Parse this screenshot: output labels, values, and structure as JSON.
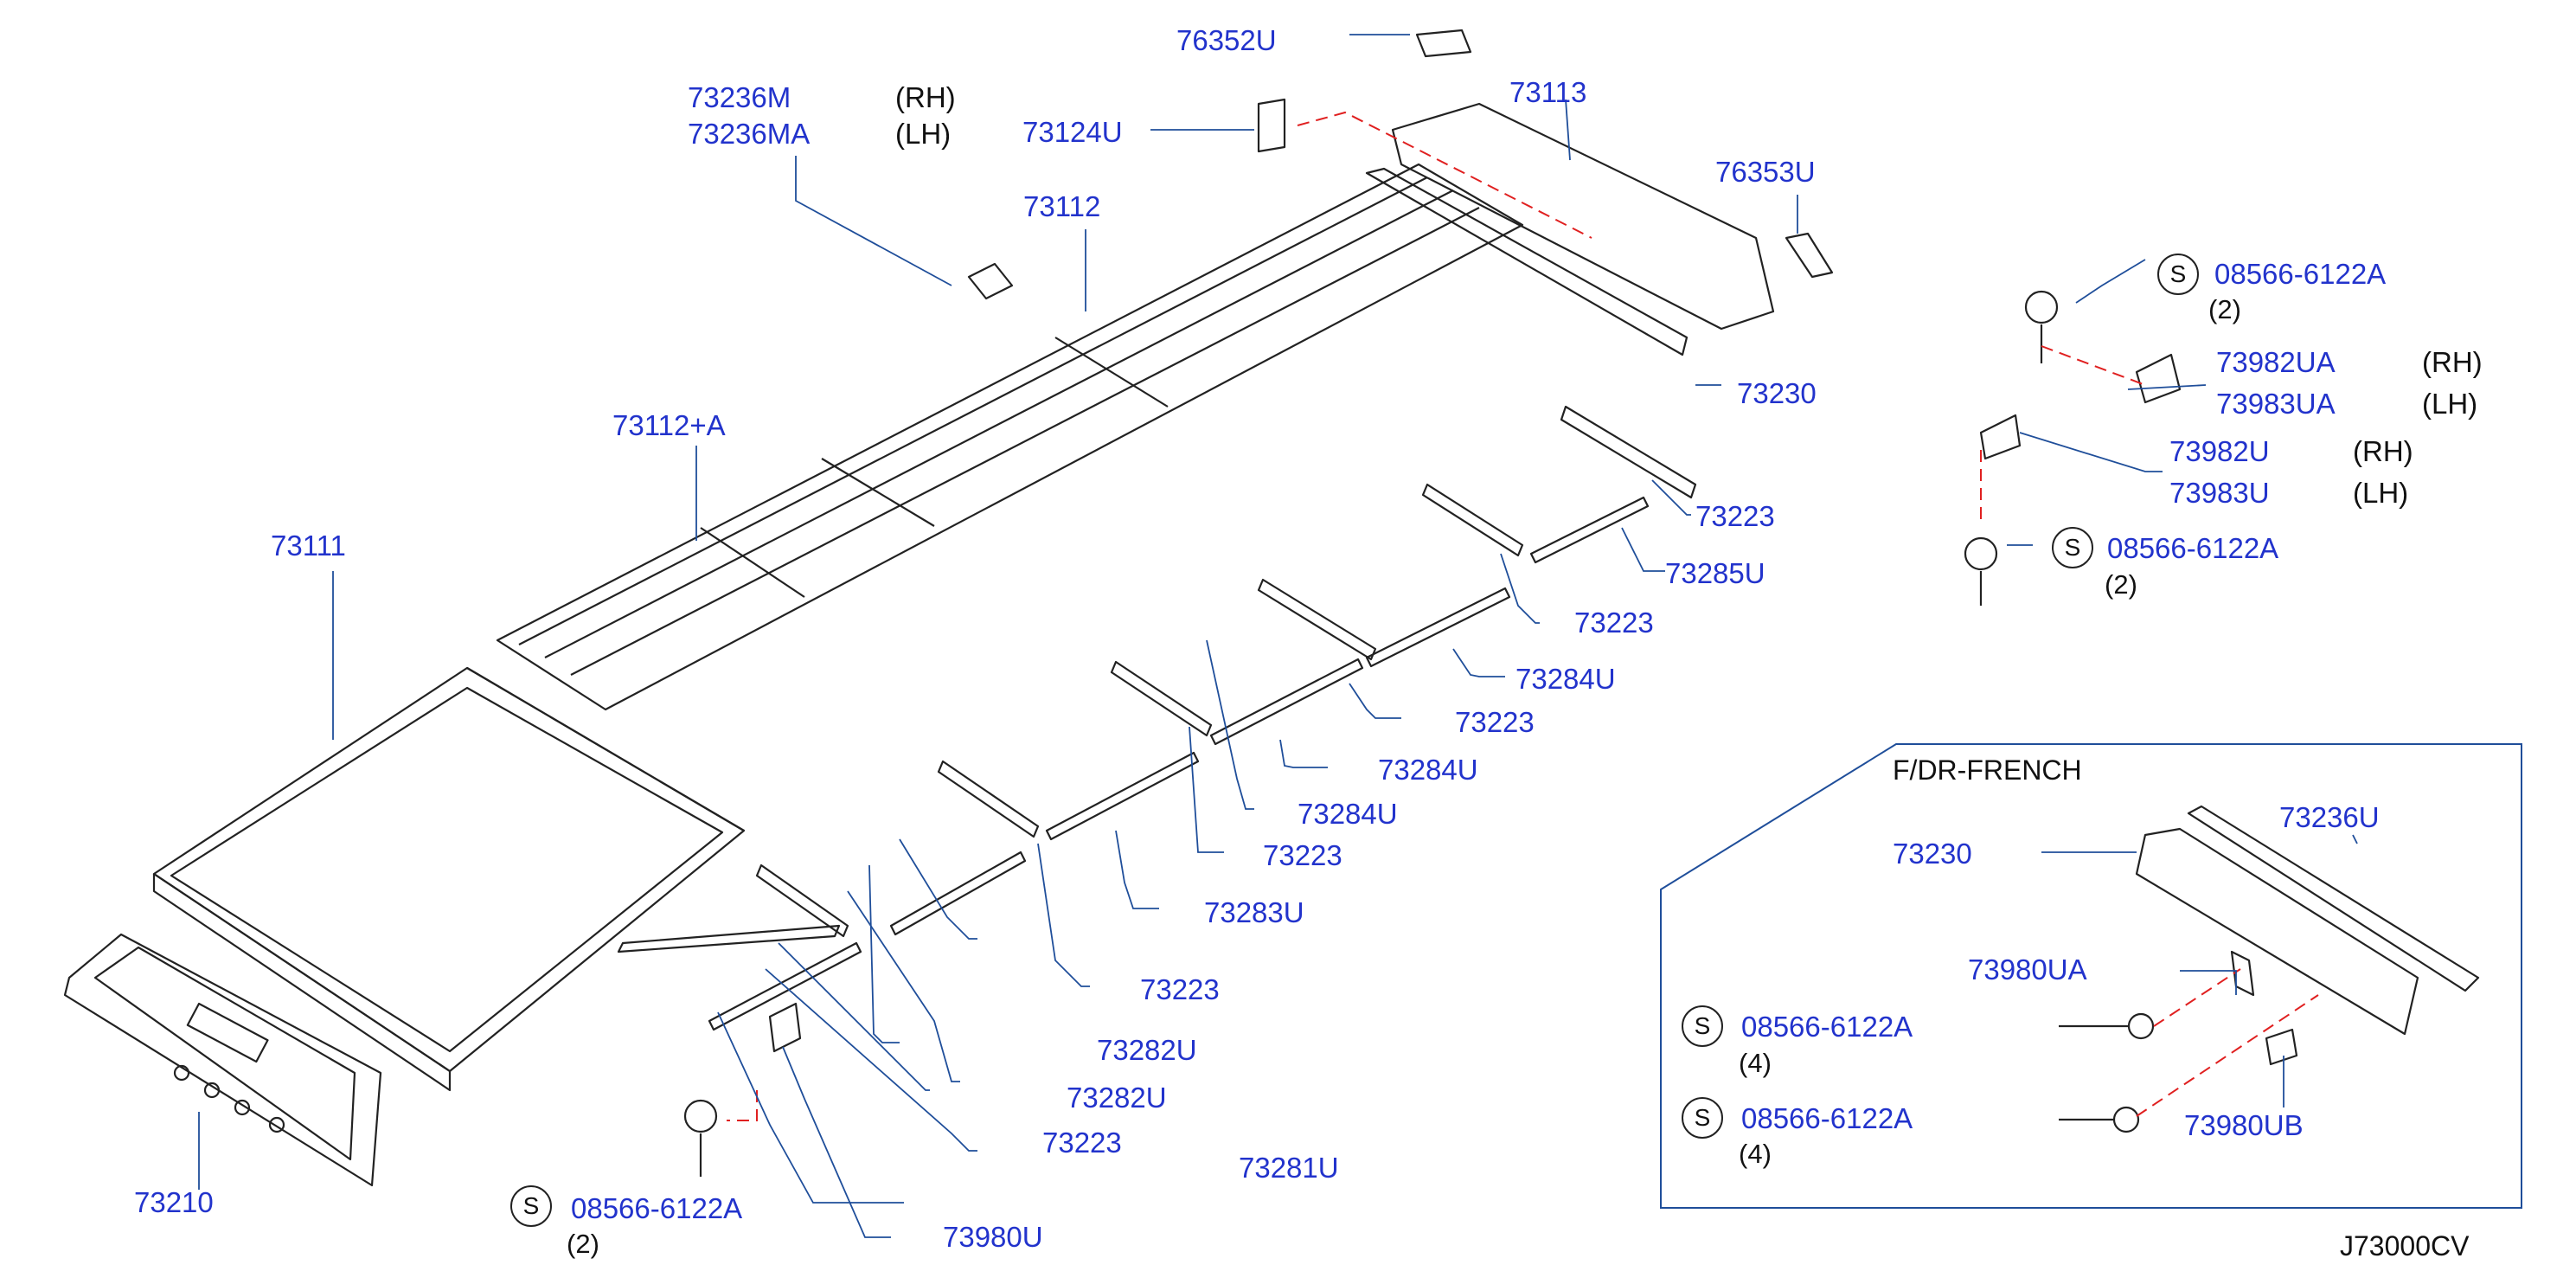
{
  "diagram": {
    "code": "J73000CV",
    "inset_title": "F/DR-FRENCH",
    "colors": {
      "label": "#2233cc",
      "line": "#1f4e9a",
      "drawing": "#222222",
      "dash": "#e02020"
    },
    "labels": {
      "p76352U": "76352U",
      "p73113": "73113",
      "p73236M": "73236M",
      "p73236M_side": "(RH)",
      "p73236MA": "73236MA",
      "p73236MA_side": "(LH)",
      "p73124U": "73124U",
      "p76353U": "76353U",
      "p73112": "73112",
      "p73230": "73230",
      "p73112A": "73112+A",
      "p73111": "73111",
      "p73223_a": "73223",
      "p73285U": "73285U",
      "p73223_b": "73223",
      "p73284U_a": "73284U",
      "p73223_c": "73223",
      "p73284U_b": "73284U",
      "p73284U_c": "73284U",
      "p73223_d": "73223",
      "p73283U": "73283U",
      "p73223_e": "73223",
      "p73282U_a": "73282U",
      "p73282U_b": "73282U",
      "p73223_f": "73223",
      "p73281U": "73281U",
      "p73980U": "73980U",
      "p73210": "73210",
      "bolt_main": "08566-6122A",
      "bolt_main_qty": "(2)",
      "bolt_r1": "08566-6122A",
      "bolt_r1_qty": "(2)",
      "p73982UA": "73982UA",
      "p73982UA_side": "(RH)",
      "p73983UA": "73983UA",
      "p73983UA_side": "(LH)",
      "p73982U": "73982U",
      "p73982U_side": "(RH)",
      "p73983U": "73983U",
      "p73983U_side": "(LH)",
      "bolt_r2": "08566-6122A",
      "bolt_r2_qty": "(2)",
      "inset_73230": "73230",
      "inset_73236U": "73236U",
      "inset_73980UA": "73980UA",
      "inset_bolt1": "08566-6122A",
      "inset_bolt1_qty": "(4)",
      "inset_bolt2": "08566-6122A",
      "inset_bolt2_qty": "(4)",
      "inset_73980UB": "73980UB",
      "s_mark": "S"
    }
  }
}
